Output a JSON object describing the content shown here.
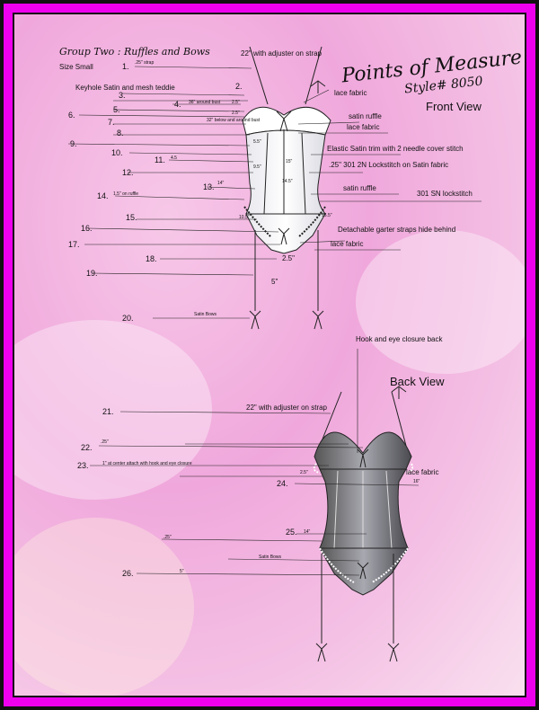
{
  "header": {
    "group": "Group Two : Ruffles and Bows",
    "size": "Size Small",
    "title": "Points of Measure",
    "style": "Style# 8050",
    "front_view": "Front View",
    "back_view": "Back View"
  },
  "front_numbers": [
    "1.",
    "2.",
    "3.",
    "4.",
    "5.",
    "6.",
    "7.",
    "8.",
    "9.",
    "10.",
    "11.",
    "12.",
    "13.",
    "14.",
    "15.",
    "16.",
    "17.",
    "18.",
    "19.",
    "20."
  ],
  "front_small_labels": {
    "strap": ".25\" strap",
    "bust": "36\" around bust",
    "below_bust": "32\" below and around bust",
    "waist": "4.5",
    "ruffle": "1.5\" on ruffle",
    "fourteen": "14\"",
    "satin_bows": "Satin Bows",
    "two_five": "2.5\"",
    "five": "5\"",
    "dim_a": "2.5\"",
    "dim_b": "2.5\"",
    "dim_c": "5.5\"",
    "dim_d": "9.5\"",
    "dim_e": "15\"",
    "dim_f": "10.5\"",
    "dim_g": "14.5\"",
    "dim_h": "16.5\""
  },
  "front_callouts": {
    "adjuster": "22\" with adjuster on strap",
    "keyhole": "Keyhole Satin and mesh teddie",
    "lace1": "lace fabric",
    "satin_ruffle1": "satin ruffle",
    "lace2": "lace fabric",
    "elastic": "Elastic Satin trim with 2 needle cover stitch",
    "lockstitch": ".25\" 301 2N Lockstitch on Satin fabric",
    "satin_ruffle2": "satin ruffle",
    "sn_lockstitch": "301 SN lockstitch",
    "garter": "Detachable garter straps hide behind",
    "lace3": "lace fabric"
  },
  "back_numbers": [
    "21.",
    "22.",
    "23.",
    "24.",
    "25.",
    "26."
  ],
  "back_callouts": {
    "hook_eye": "Hook and eye closure back",
    "adjuster": "22\" with adjuster on strap",
    "quarter": ".25\"",
    "attach": "1\" at center attach with hook and eye closure",
    "lace": "lace fabric",
    "sixteen": "16\"",
    "fourteen": "14\"",
    "quarter2": ".25\"",
    "satin_bows": "Satin Bows",
    "five": "5\"",
    "dim_a": "2.5\""
  },
  "colors": {
    "frame_magenta": "#ee00ee",
    "frame_black": "#111111",
    "background_pink": "#f0a8dc"
  }
}
